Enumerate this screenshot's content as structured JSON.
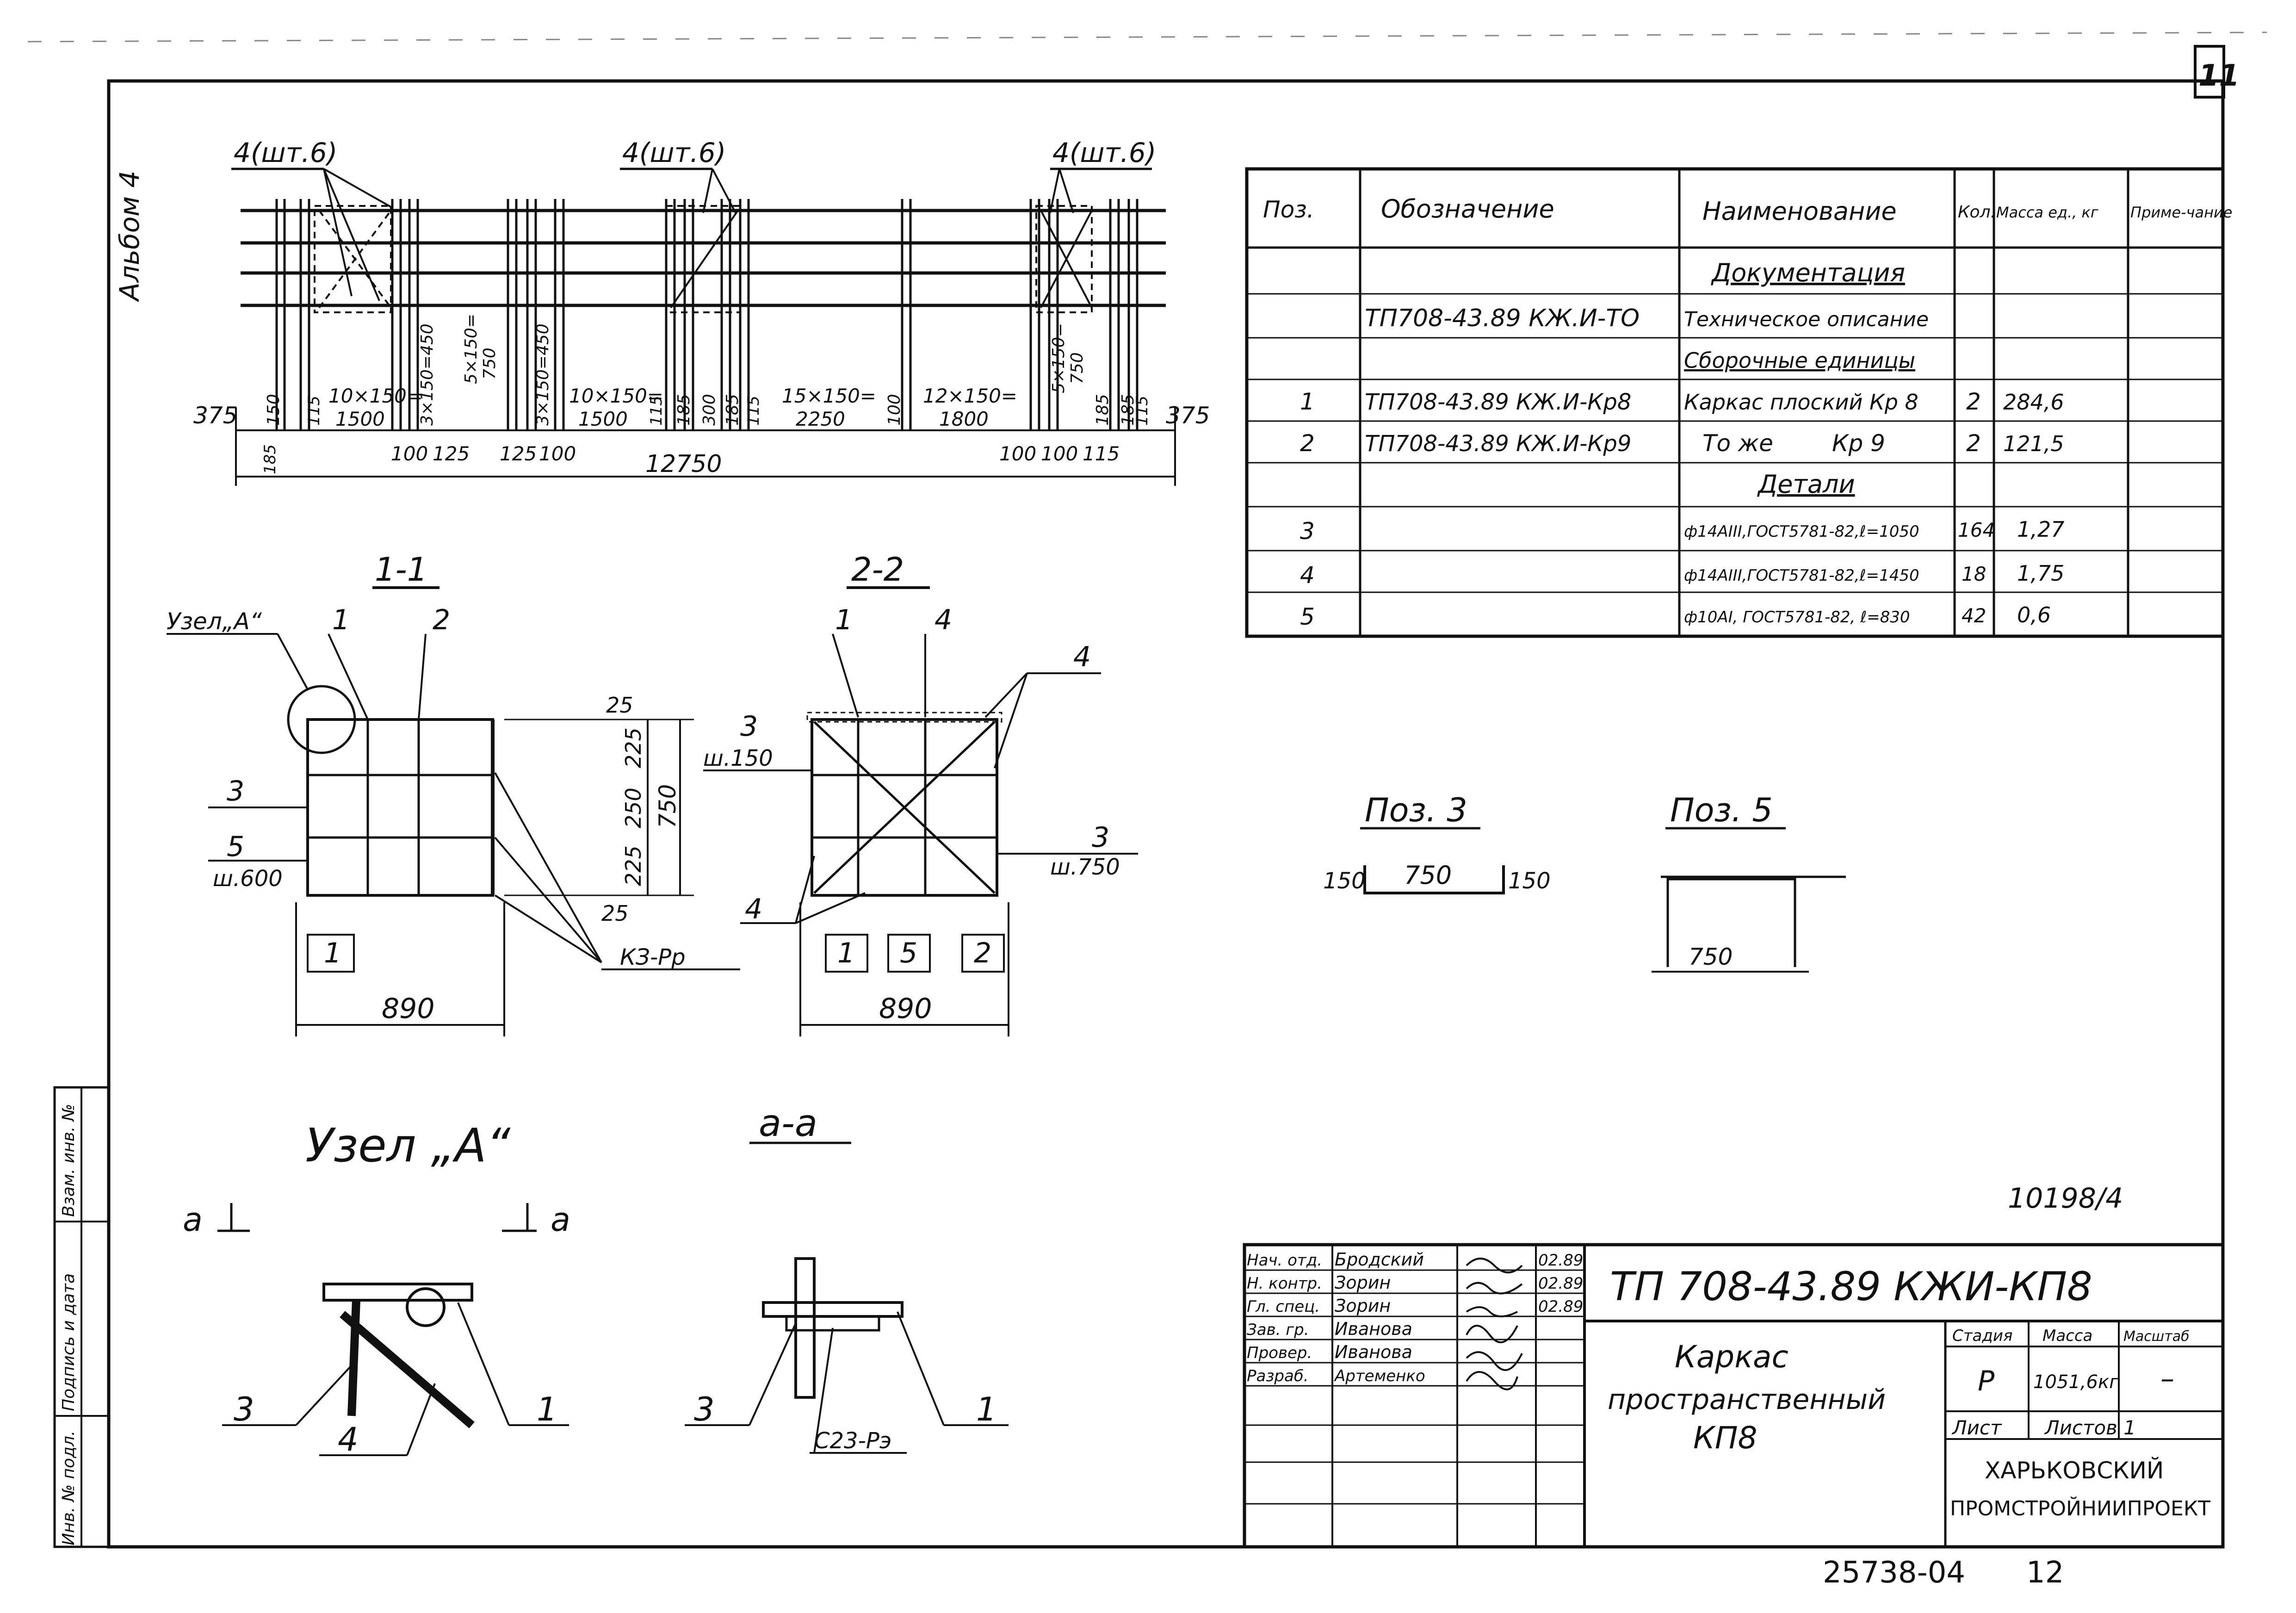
{
  "sheet": {
    "number": "11",
    "album": "Альбом 4",
    "archive_no": "10198/4",
    "footer_code": "25738-04",
    "footer_page": "12"
  },
  "plan": {
    "callouts": [
      "4(шт.6)",
      "4(шт.6)",
      "4(шт.6)"
    ],
    "end_left": "375",
    "end_right": "375",
    "dims": [
      "150",
      "10×150=",
      "1500",
      "3×150=450",
      "5×150=",
      "750",
      "3×150=450",
      "10×150=",
      "1500",
      "185",
      "300",
      "185",
      "15×150=",
      "2250",
      "100",
      "12×150=",
      "1800",
      "5×150=",
      "750",
      "185",
      "185",
      "115",
      "115",
      "115",
      "115"
    ],
    "dims_bottom": [
      "185",
      "100",
      "125",
      "125",
      "100",
      "100",
      "100",
      "115"
    ],
    "overall": "12750"
  },
  "section_1_1": {
    "title": "1-1",
    "node_label": "Узел„А“",
    "leaders": [
      "1",
      "2",
      "3",
      "5",
      "ш.600",
      "1"
    ],
    "dims": [
      "25",
      "225",
      "250",
      "225",
      "25",
      "750"
    ],
    "width": "890",
    "weld": "КЗ-Рр"
  },
  "section_2_2": {
    "title": "2-2",
    "leaders": [
      "1",
      "4",
      "4",
      "3",
      "ш.150",
      "3",
      "ш.750",
      "4",
      "1",
      "5",
      "2"
    ],
    "width": "890"
  },
  "pos3": {
    "title": "Поз. 3",
    "a": "150",
    "b": "750",
    "c": "150"
  },
  "pos5": {
    "title": "Поз. 5",
    "b": "750"
  },
  "node_a": {
    "title": "Узел „А“",
    "cut_a": "а",
    "cut_b": "а",
    "leaders": [
      "3",
      "4",
      "1"
    ]
  },
  "section_a_a": {
    "title": "а-а",
    "leaders": [
      "3",
      "1"
    ],
    "weld": "С23-Рэ"
  },
  "spec": {
    "headers": [
      "Поз.",
      "Обозначение",
      "Наименование",
      "Кол.",
      "Масса ед., кг",
      "Приме-чание"
    ],
    "rows": [
      {
        "pos": "",
        "code": "",
        "name": "Документация",
        "qty": "",
        "mass": "",
        "note": "",
        "section": true
      },
      {
        "pos": "",
        "code": "ТП708-43.89 КЖ.И-ТО",
        "name": "Техническое описание",
        "qty": "",
        "mass": "",
        "note": ""
      },
      {
        "pos": "",
        "code": "",
        "name": "Сборочные единицы",
        "qty": "",
        "mass": "",
        "note": "",
        "section": true
      },
      {
        "pos": "1",
        "code": "ТП708-43.89 КЖ.И-Кр8",
        "name": "Каркас плоский Кр 8",
        "qty": "2",
        "mass": "284,6",
        "note": ""
      },
      {
        "pos": "2",
        "code": "ТП708-43.89 КЖ.И-Кр9",
        "name": "То же        Кр 9",
        "qty": "2",
        "mass": "121,5",
        "note": ""
      },
      {
        "pos": "",
        "code": "",
        "name": "Детали",
        "qty": "",
        "mass": "",
        "note": "",
        "section": true
      },
      {
        "pos": "3",
        "code": "",
        "name": "ф14АIII,ГОСТ5781-82,ℓ=1050",
        "qty": "164",
        "mass": "1,27",
        "note": ""
      },
      {
        "pos": "4",
        "code": "",
        "name": "ф14АIII,ГОСТ5781-82,ℓ=1450",
        "qty": "18",
        "mass": "1,75",
        "note": ""
      },
      {
        "pos": "5",
        "code": "",
        "name": "ф10АI, ГОСТ5781-82, ℓ=830",
        "qty": "42",
        "mass": "0,6",
        "note": ""
      }
    ]
  },
  "title_block": {
    "roles": [
      {
        "role": "Нач. отд.",
        "name": "Бродский",
        "date": "02.89"
      },
      {
        "role": "Н. контр.",
        "name": "Зорин",
        "date": "02.89"
      },
      {
        "role": "Гл. спец.",
        "name": "Зорин",
        "date": "02.89"
      },
      {
        "role": "Зав. гр.",
        "name": "Иванова",
        "date": ""
      },
      {
        "role": "Провер.",
        "name": "Иванова",
        "date": ""
      },
      {
        "role": "Разраб.",
        "name": "Артеменко",
        "date": ""
      }
    ],
    "code": "ТП 708-43.89  КЖИ-КП8",
    "name_lines": [
      "Каркас",
      "пространственный",
      "КП8"
    ],
    "stage_label": "Стадия",
    "mass_label": "Масса",
    "scale_label": "Масштаб",
    "stage": "Р",
    "mass": "1051,6кг",
    "scale": "–",
    "sheet_label": "Лист",
    "sheets_label": "Листов 1",
    "org": [
      "ХАРЬКОВСКИЙ",
      "ПРОМСТРОЙНИИПРОЕКТ"
    ]
  },
  "side_stamp": [
    "Инв. № подл.",
    "Подпись и дата",
    "Взам. инв. №"
  ]
}
